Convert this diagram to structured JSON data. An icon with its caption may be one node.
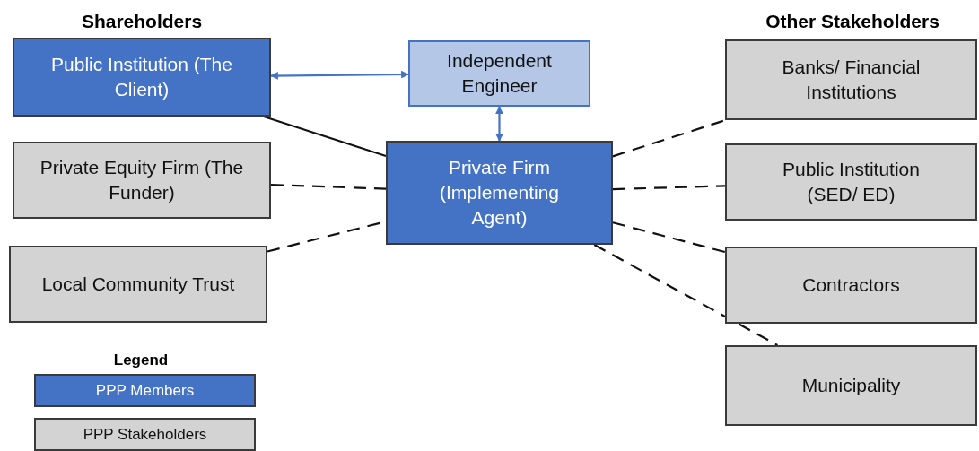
{
  "diagram": {
    "nodes": [
      {
        "text": [
          "Public Institution (The Client)"
        ]
      },
      {
        "text": [
          "Independent Engineer"
        ]
      },
      {
        "text": [
          "Private Equity Firm (The Funder)"
        ]
      },
      {
        "text": [
          "Private Firm (Implementing Agent)"
        ]
      },
      {
        "text": [
          "Local Community Trust"
        ]
      },
      {
        "text": [
          "Banks/ Financial Institutions"
        ]
      },
      {
        "text": [
          "Public Institution (SED/ ED)"
        ]
      },
      {
        "text": [
          "Contractors"
        ]
      },
      {
        "text": [
          "Municipality"
        ]
      }
    ],
    "edges": [
      {
        "from": 0,
        "to": 1,
        "arrow": "both",
        "color": "#4472c4"
      },
      {
        "from": 1,
        "to": 3,
        "arrow": "both",
        "color": "#4472c4"
      },
      {
        "from": 0,
        "to": 3,
        "arrow": "none"
      },
      {
        "from": 2,
        "to": 3,
        "arrow": "none",
        "style": "dashed"
      },
      {
        "from": 4,
        "to": 3,
        "arrow": "none",
        "style": "dashed"
      },
      {
        "from": 3,
        "to": 5,
        "arrow": "none",
        "style": "dashed"
      },
      {
        "from": 3,
        "to": 6,
        "arrow": "none",
        "style": "dashed"
      },
      {
        "from": 3,
        "to": 7,
        "arrow": "none",
        "style": "dashed"
      },
      {
        "from": 3,
        "to": 8,
        "arrow": "none",
        "style": "dashed"
      }
    ],
    "labels": [
      "Shareholders",
      "Other Stakeholders",
      "Legend"
    ],
    "legend": [
      {
        "text": "PPP Members",
        "color": "#4472c4"
      },
      {
        "text": "PPP Stakeholders",
        "color": "#d3d3d3"
      }
    ]
  }
}
